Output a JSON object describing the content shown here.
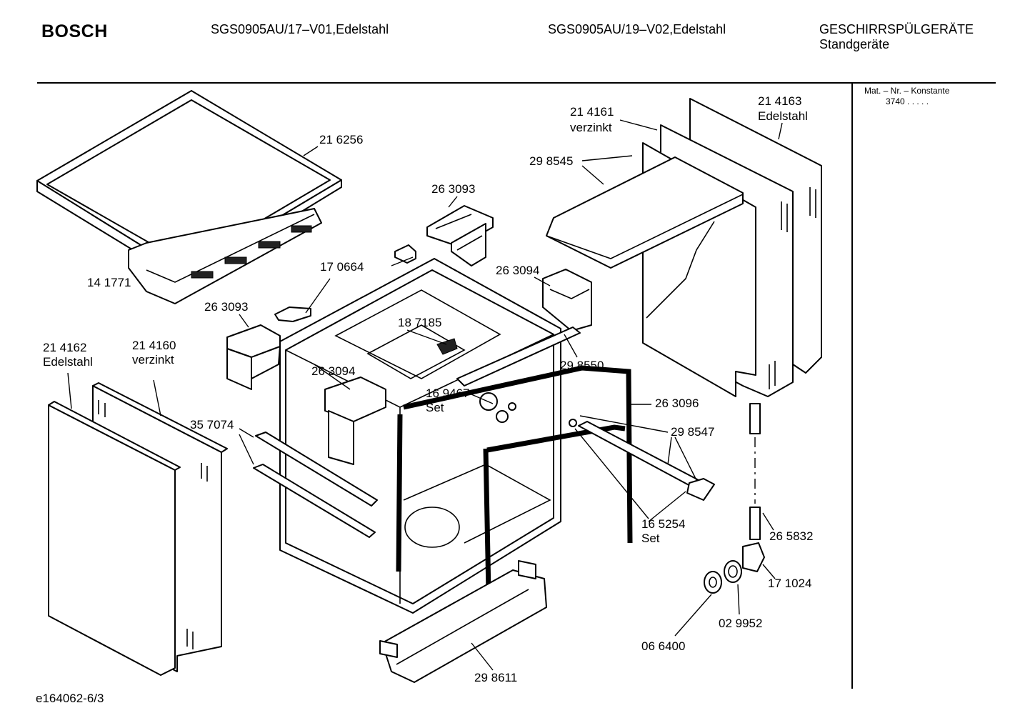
{
  "header": {
    "brand": "BOSCH",
    "model_1": "SGS0905AU/17–V01,Edelstahl",
    "model_2": "SGS0905AU/19–V02,Edelstahl",
    "category": "GESCHIRRSPÜLGERÄTE",
    "subcategory": "Standgeräte"
  },
  "side_panel": {
    "header": "Mat. – Nr. – Konstante",
    "value": "3740  .  .  .  .  ."
  },
  "labels": {
    "l_216256": "21 6256",
    "l_141771": "14 1771",
    "l_263093a": "26 3093",
    "l_170664": "17 0664",
    "l_263093b": "26 3093",
    "l_263094a": "26 3094",
    "l_187185": "18 7185",
    "l_263094b": "26 3094",
    "l_214161": "21 4161",
    "l_214161_sub": "verzinkt",
    "l_214163": "21 4163",
    "l_214163_sub": "Edelstahl",
    "l_298545": "29 8545",
    "l_298550": "29 8550",
    "l_169467": "16 9467",
    "l_169467_sub": "Set",
    "l_263096": "26 3096",
    "l_298547": "29 8547",
    "l_165254": "16 5254",
    "l_165254_sub": "Set",
    "l_214162": "21 4162",
    "l_214162_sub": "Edelstahl",
    "l_214160": "21 4160",
    "l_214160_sub": "verzinkt",
    "l_357074": "35 7074",
    "l_265832": "26 5832",
    "l_171024": "17 1024",
    "l_029952": "02 9952",
    "l_066400": "06 6400",
    "l_298611": "29 8611"
  },
  "footer": {
    "drawing_id": "e164062-6/3"
  }
}
